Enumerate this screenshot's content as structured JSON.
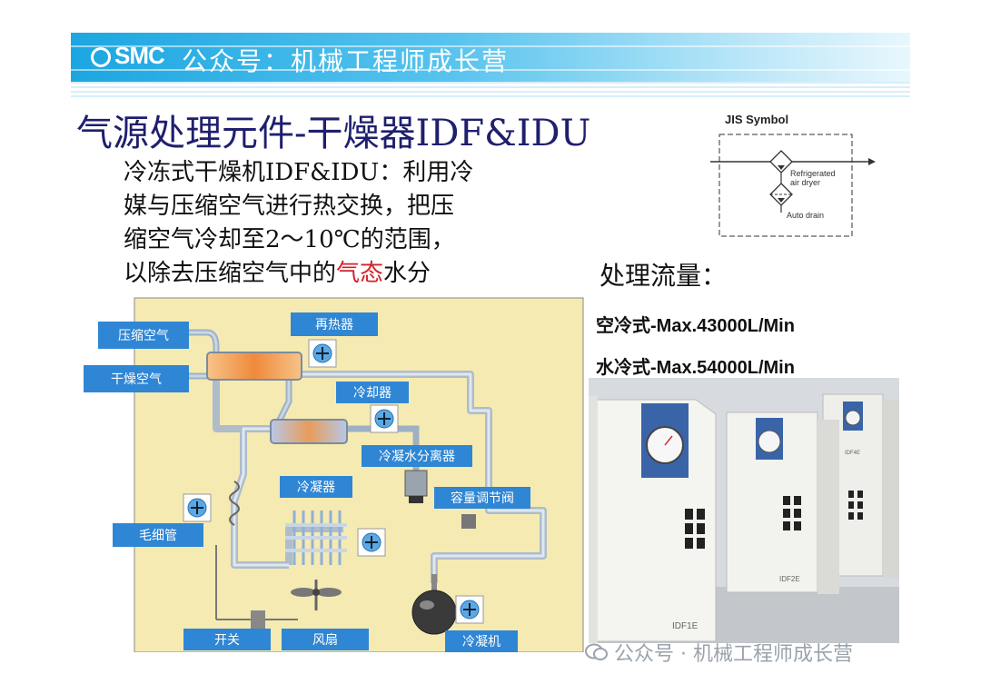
{
  "header": {
    "logo": "SMC",
    "title": "公众号：机械工程师成长营"
  },
  "slide": {
    "title": "气源处理元件-干燥器IDF&IDU",
    "desc_lines": [
      "冷冻式干燥机IDF&IDU：利用冷",
      "媒与压缩空气进行热交换，把压",
      "缩空气冷却至2～10℃的范围，"
    ],
    "desc_last_pre": "以除去压缩空气中的",
    "desc_last_highlight": "气态",
    "desc_last_post": "水分",
    "highlight_color": "#d2232a"
  },
  "jis": {
    "title": "JIS Symbol",
    "label1_line1": "Refrigerated",
    "label1_line2": "air dryer",
    "label2": "Auto drain"
  },
  "flow": {
    "label": "处理流量：",
    "air": "空冷式-Max.43000L/Min",
    "water": "水冷式-Max.54000L/Min"
  },
  "diagram": {
    "labels": {
      "compressed_air": "压缩空气",
      "reheater": "再热器",
      "dry_air": "干燥空气",
      "cooler": "冷却器",
      "separator": "冷凝水分离器",
      "condenser": "冷凝器",
      "capacity_valve": "容量调节阀",
      "capillary": "毛细管",
      "switch": "开关",
      "fan": "风扇",
      "compressor": "冷凝机"
    }
  },
  "photo": {
    "unit_labels": [
      "IDF1E",
      "IDF2E",
      "IDF4E"
    ]
  },
  "watermark": "公众号 · 机械工程师成长营",
  "colors": {
    "header_blue": "#1ca6e0",
    "diagram_bg": "#f5eab2",
    "label_box": "#2f86d4",
    "title_navy": "#1f1f6e"
  }
}
